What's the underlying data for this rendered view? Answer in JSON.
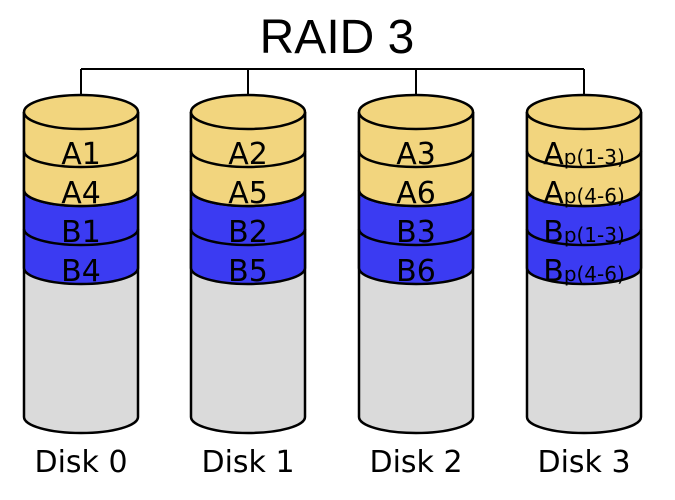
{
  "title": "RAID 3",
  "colors": {
    "band_a": "#F2D57E",
    "band_b": "#3B3BF2",
    "body": "#DADADA",
    "outline": "#000000",
    "background": "#FFFFFF",
    "text": "#000000"
  },
  "disks": [
    {
      "label": "Disk 0",
      "blocks": [
        {
          "main": "A1",
          "sub": ""
        },
        {
          "main": "A4",
          "sub": ""
        },
        {
          "main": "B1",
          "sub": ""
        },
        {
          "main": "B4",
          "sub": ""
        }
      ]
    },
    {
      "label": "Disk 1",
      "blocks": [
        {
          "main": "A2",
          "sub": ""
        },
        {
          "main": "A5",
          "sub": ""
        },
        {
          "main": "B2",
          "sub": ""
        },
        {
          "main": "B5",
          "sub": ""
        }
      ]
    },
    {
      "label": "Disk 2",
      "blocks": [
        {
          "main": "A3",
          "sub": ""
        },
        {
          "main": "A6",
          "sub": ""
        },
        {
          "main": "B3",
          "sub": ""
        },
        {
          "main": "B6",
          "sub": ""
        }
      ]
    },
    {
      "label": "Disk 3",
      "blocks": [
        {
          "main": "A",
          "sub": "p(1-3)"
        },
        {
          "main": "A",
          "sub": "p(4-6)"
        },
        {
          "main": "B",
          "sub": "p(1-3)"
        },
        {
          "main": "B",
          "sub": "p(4-6)"
        }
      ]
    }
  ]
}
